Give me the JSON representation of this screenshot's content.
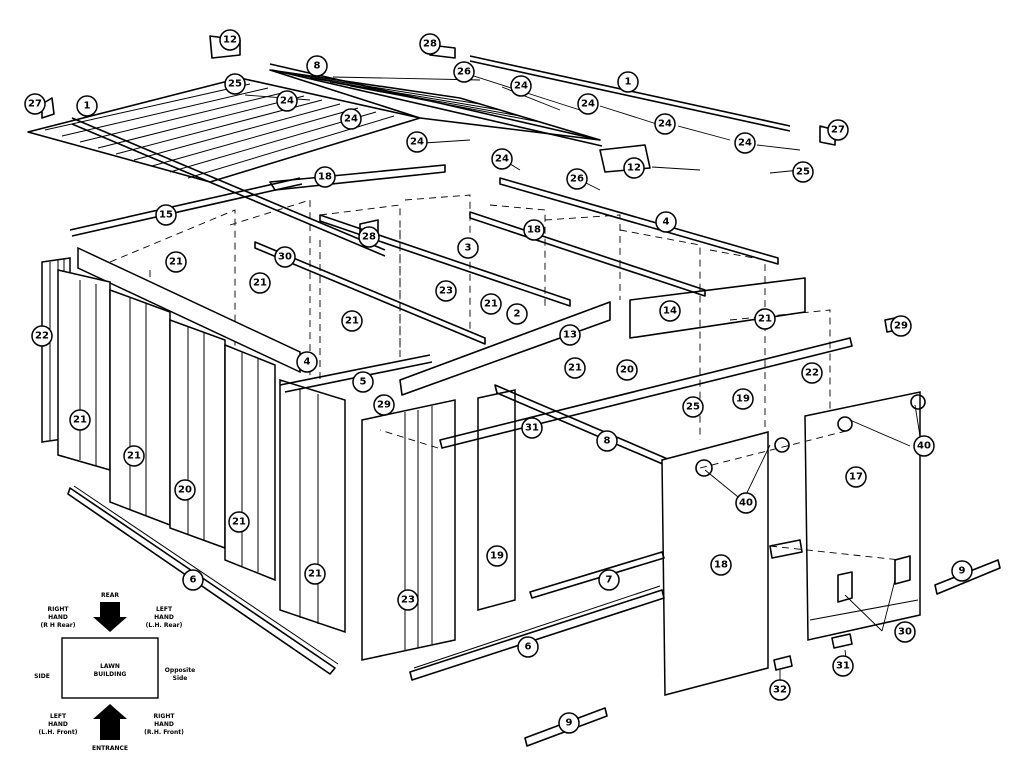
{
  "orientation_key": {
    "rear": "REAR",
    "right_hand_top": "RIGHT",
    "right_hand_top_2": "HAND",
    "right_hand_top_3": "(R H Rear)",
    "left_hand_top": "LEFT",
    "left_hand_top_2": "HAND",
    "left_hand_top_3": "(L.H. Rear)",
    "side": "SIDE",
    "center": "LAWN",
    "center_2": "BUILDING",
    "opposite": "Opposite",
    "opposite_2": "Side",
    "left_hand_bottom": "LEFT",
    "left_hand_bottom_2": "HAND",
    "left_hand_bottom_3": "(L.H. Front)",
    "right_hand_bottom": "RIGHT",
    "right_hand_bottom_2": "HAND",
    "right_hand_bottom_3": "(R.H. Front)",
    "entrance": "ENTRANCE"
  },
  "callouts": [
    {
      "label": "12"
    },
    {
      "label": "28"
    },
    {
      "label": "8"
    },
    {
      "label": "26"
    },
    {
      "label": "1"
    },
    {
      "label": "25"
    },
    {
      "label": "24"
    },
    {
      "label": "27"
    },
    {
      "label": "1"
    },
    {
      "label": "24"
    },
    {
      "label": "24"
    },
    {
      "label": "24"
    },
    {
      "label": "24"
    },
    {
      "label": "24"
    },
    {
      "label": "27"
    },
    {
      "label": "24"
    },
    {
      "label": "24"
    },
    {
      "label": "12"
    },
    {
      "label": "25"
    },
    {
      "label": "26"
    },
    {
      "label": "18"
    },
    {
      "label": "15"
    },
    {
      "label": "28"
    },
    {
      "label": "4"
    },
    {
      "label": "18"
    },
    {
      "label": "3"
    },
    {
      "label": "30"
    },
    {
      "label": "21"
    },
    {
      "label": "21"
    },
    {
      "label": "23"
    },
    {
      "label": "21"
    },
    {
      "label": "22"
    },
    {
      "label": "2"
    },
    {
      "label": "21"
    },
    {
      "label": "14"
    },
    {
      "label": "13"
    },
    {
      "label": "21"
    },
    {
      "label": "29"
    },
    {
      "label": "4"
    },
    {
      "label": "5"
    },
    {
      "label": "21"
    },
    {
      "label": "20"
    },
    {
      "label": "22"
    },
    {
      "label": "25"
    },
    {
      "label": "19"
    },
    {
      "label": "29"
    },
    {
      "label": "31"
    },
    {
      "label": "8"
    },
    {
      "label": "21"
    },
    {
      "label": "40"
    },
    {
      "label": "40"
    },
    {
      "label": "17"
    },
    {
      "label": "21"
    },
    {
      "label": "20"
    },
    {
      "label": "21"
    },
    {
      "label": "19"
    },
    {
      "label": "18"
    },
    {
      "label": "6"
    },
    {
      "label": "21"
    },
    {
      "label": "7"
    },
    {
      "label": "9"
    },
    {
      "label": "23"
    },
    {
      "label": "30"
    },
    {
      "label": "6"
    },
    {
      "label": "31"
    },
    {
      "label": "32"
    },
    {
      "label": "9"
    }
  ]
}
